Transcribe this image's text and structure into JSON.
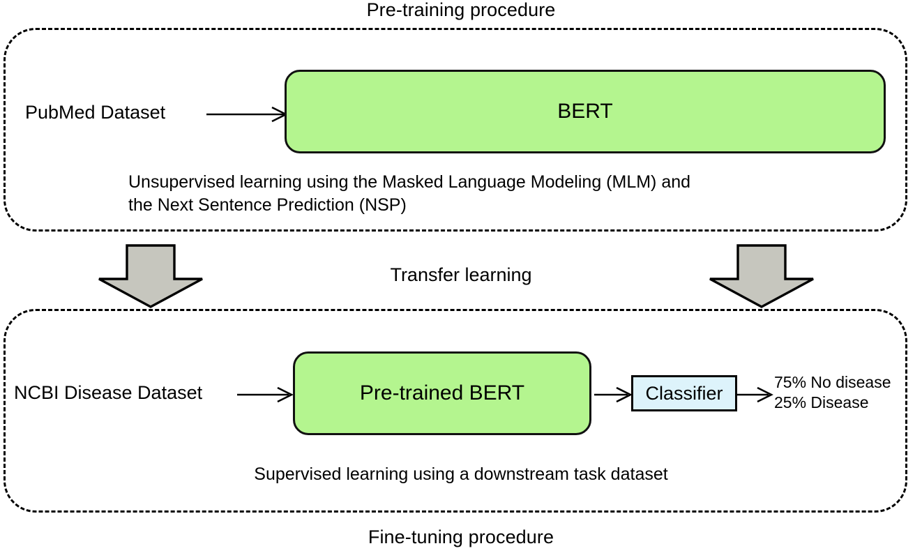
{
  "diagram": {
    "title_top": "Pre-training procedure",
    "title_bottom": "Fine-tuning procedure",
    "transfer_label": "Transfer learning"
  },
  "pretraining": {
    "input_label": "PubMed Dataset",
    "model_label": "BERT",
    "caption": "Unsupervised learning using the Masked Language Modeling (MLM) and\nthe Next Sentence Prediction (NSP)"
  },
  "finetuning": {
    "input_label": "NCBI Disease Dataset",
    "model_label": "Pre-trained BERT",
    "classifier_label": "Classifier",
    "output_label": "75% No disease\n25% Disease",
    "caption": "Supervised learning using a downstream task dataset"
  },
  "colors": {
    "model_fill": "#b4f58f",
    "classifier_fill": "#ddf3fb",
    "arrow_fill": "#c6c6be",
    "stroke": "#000000",
    "background": "#ffffff"
  }
}
